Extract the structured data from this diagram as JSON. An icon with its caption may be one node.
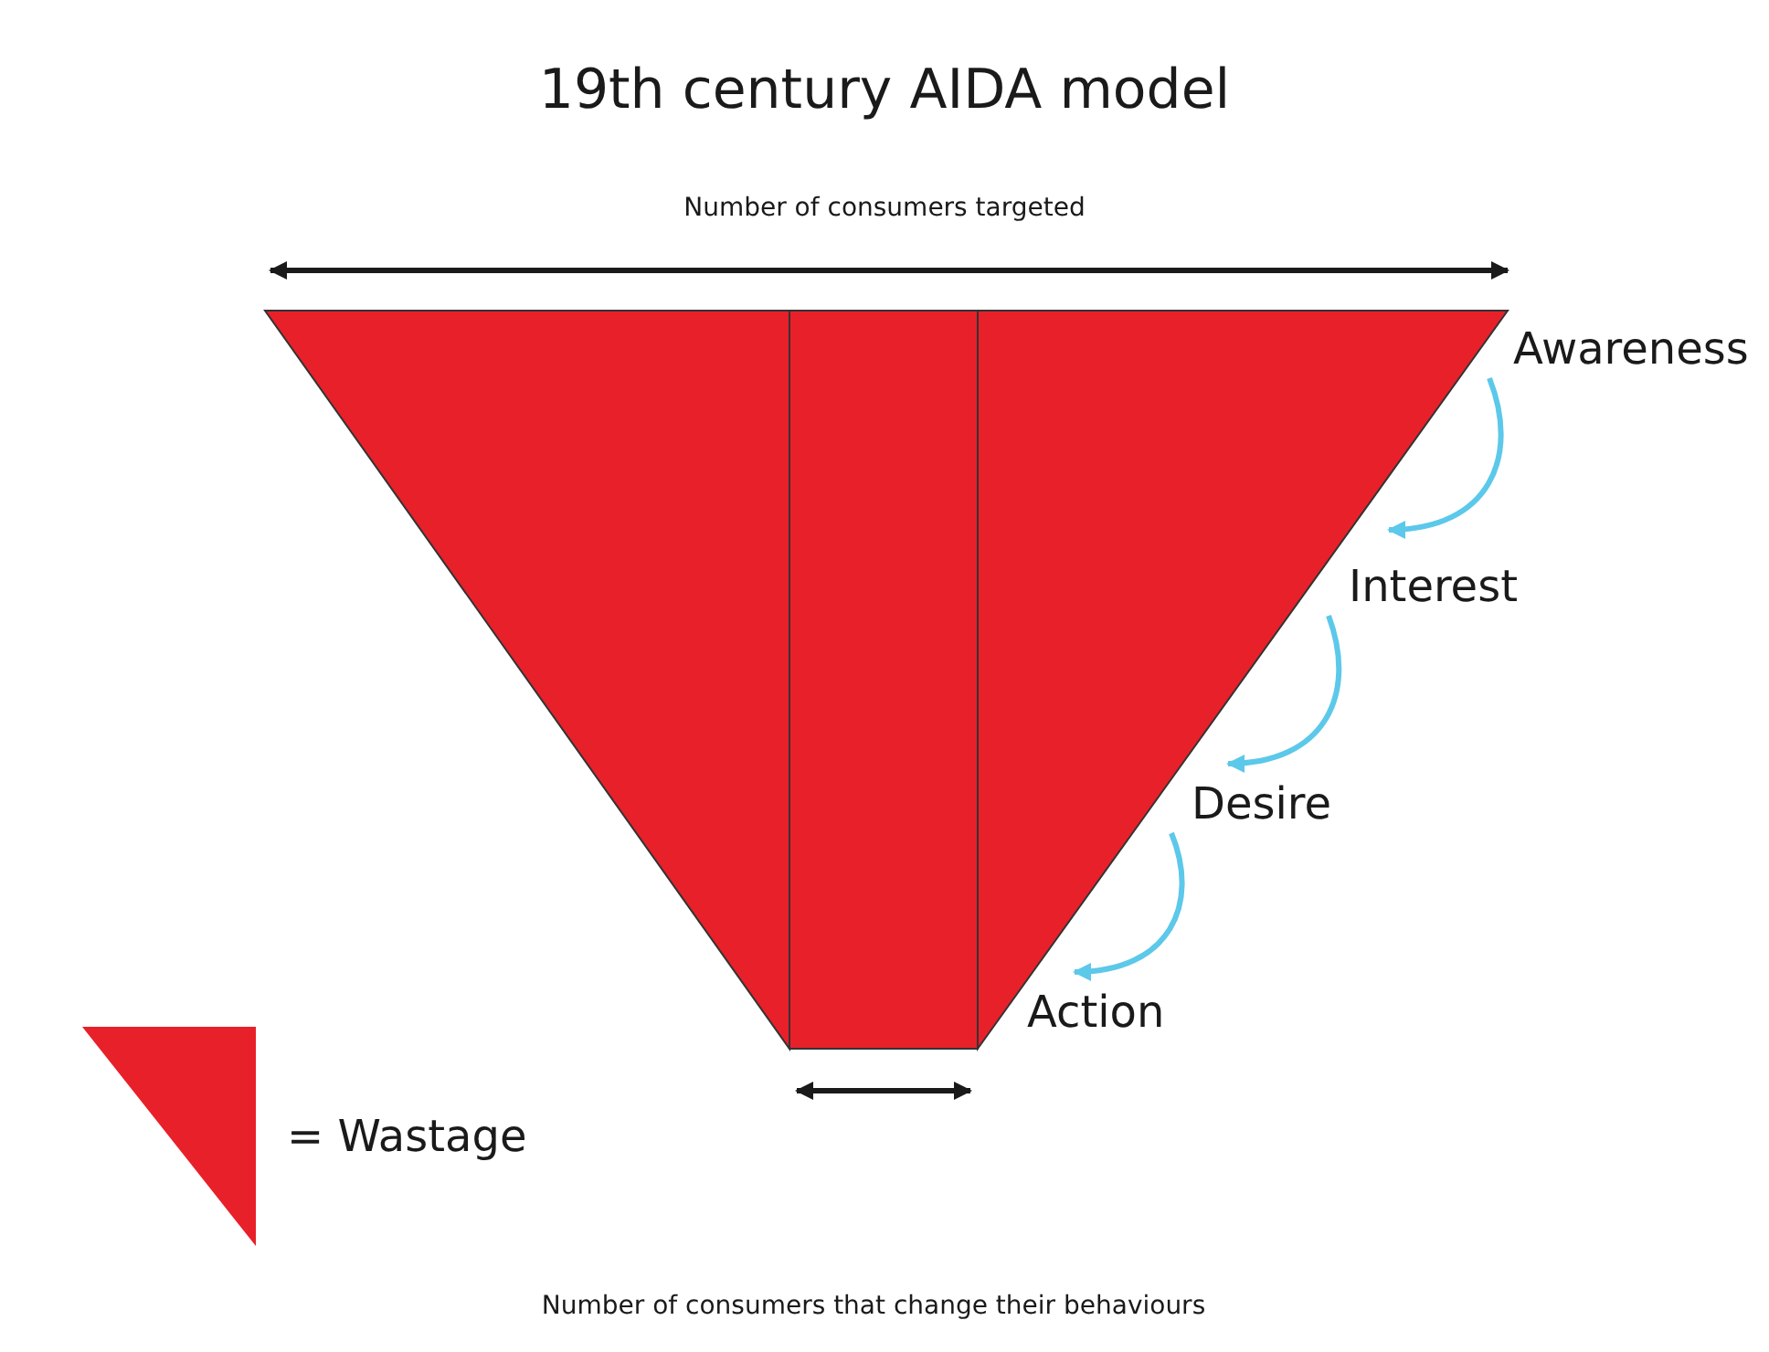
{
  "diagram": {
    "title": "19th century AIDA model",
    "nodes": [
      {
        "text": [
          "Awareness"
        ]
      },
      {
        "text": [
          "Interest"
        ]
      },
      {
        "text": [
          "Desire"
        ]
      },
      {
        "text": [
          "Action"
        ]
      }
    ],
    "edges": [
      {
        "from": 0,
        "to": 1,
        "arrow": "to",
        "color": "#5cc8ea"
      },
      {
        "from": 1,
        "to": 2,
        "arrow": "to",
        "color": "#5cc8ea"
      },
      {
        "from": 2,
        "to": 3,
        "arrow": "to",
        "color": "#5cc8ea"
      }
    ],
    "labels": [
      "Number of consumers targeted",
      "Number of consumers that change their behaviours"
    ],
    "legend": [
      {
        "text": "= Wastage",
        "color": "#e8202a"
      }
    ]
  }
}
